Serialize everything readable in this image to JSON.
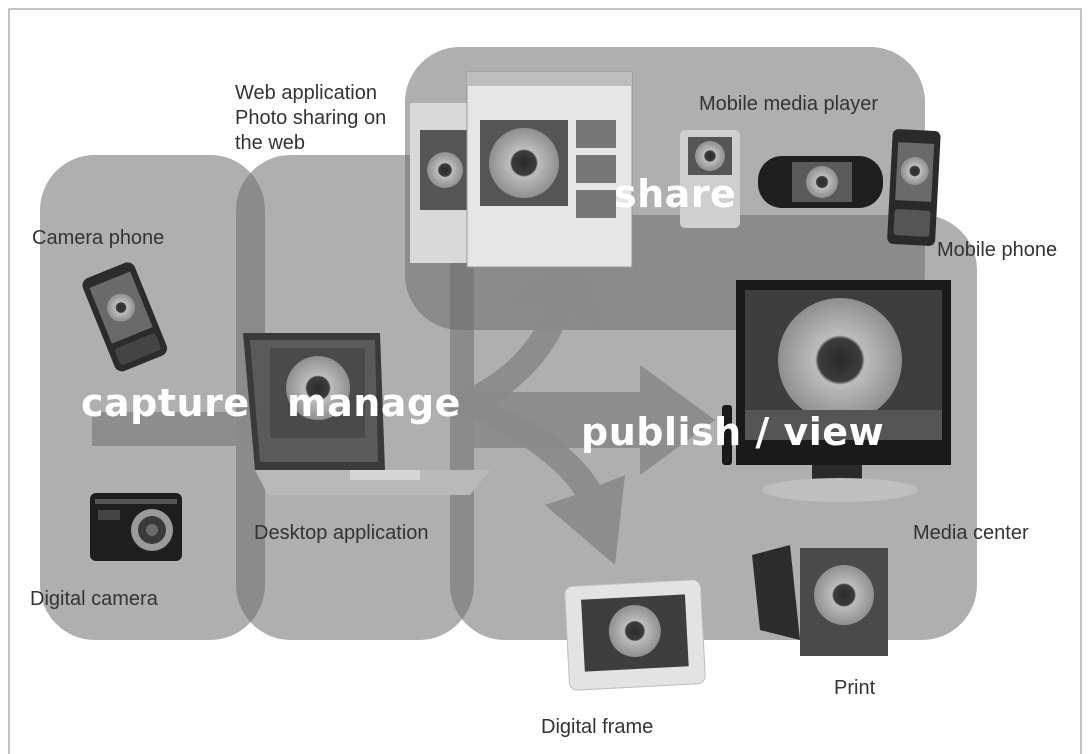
{
  "stages": {
    "capture": "capture",
    "manage": "manage",
    "share": "share",
    "publish": "publish / view"
  },
  "devices": {
    "camera_phone": "Camera phone",
    "digital_camera": "Digital camera",
    "desktop_application": "Desktop application",
    "web_application_line1": "Web application",
    "web_application_line2": "Photo sharing on",
    "web_application_line3": "the web",
    "mobile_media_player": "Mobile media player",
    "mobile_phone": "Mobile phone",
    "media_center": "Media center",
    "digital_frame": "Digital frame",
    "print": "Print"
  },
  "colors": {
    "panel": "#6e6e6e",
    "arrow": "#8a8a8a",
    "label": "#333333",
    "stage_text": "#ffffff"
  }
}
